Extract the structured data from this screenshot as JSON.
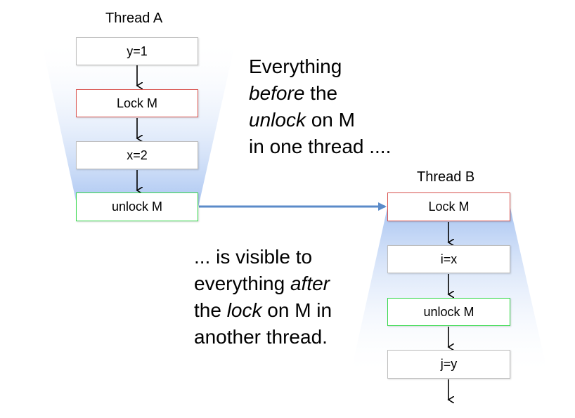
{
  "thread_a": {
    "title": "Thread A",
    "steps": [
      {
        "label": "y=1",
        "kind": "normal"
      },
      {
        "label": "Lock M",
        "kind": "lock"
      },
      {
        "label": "x=2",
        "kind": "normal"
      },
      {
        "label": "unlock M",
        "kind": "unlock"
      }
    ]
  },
  "thread_b": {
    "title": "Thread B",
    "steps": [
      {
        "label": "Lock M",
        "kind": "lock"
      },
      {
        "label": "i=x",
        "kind": "normal"
      },
      {
        "label": "unlock M",
        "kind": "unlock"
      },
      {
        "label": "j=y",
        "kind": "normal"
      }
    ]
  },
  "caption_before": {
    "line1": "Everything",
    "line2_em": "before",
    "line2_rest": " the",
    "line3_em": "unlock",
    "line3_rest": " on M",
    "line4": "in one thread ...."
  },
  "caption_after": {
    "line1": "... is visible to",
    "line2_pre": "everything ",
    "line2_em": "after",
    "line3_pre": "the ",
    "line3_em": "lock",
    "line3_rest": " on M in",
    "line4": "another thread."
  },
  "colors": {
    "lock_border": "#d9534f",
    "unlock_border": "#34d84a",
    "normal_border": "#bdbdbd",
    "connector": "#5b8bc9",
    "scope_gradient": "#9fbef0"
  }
}
